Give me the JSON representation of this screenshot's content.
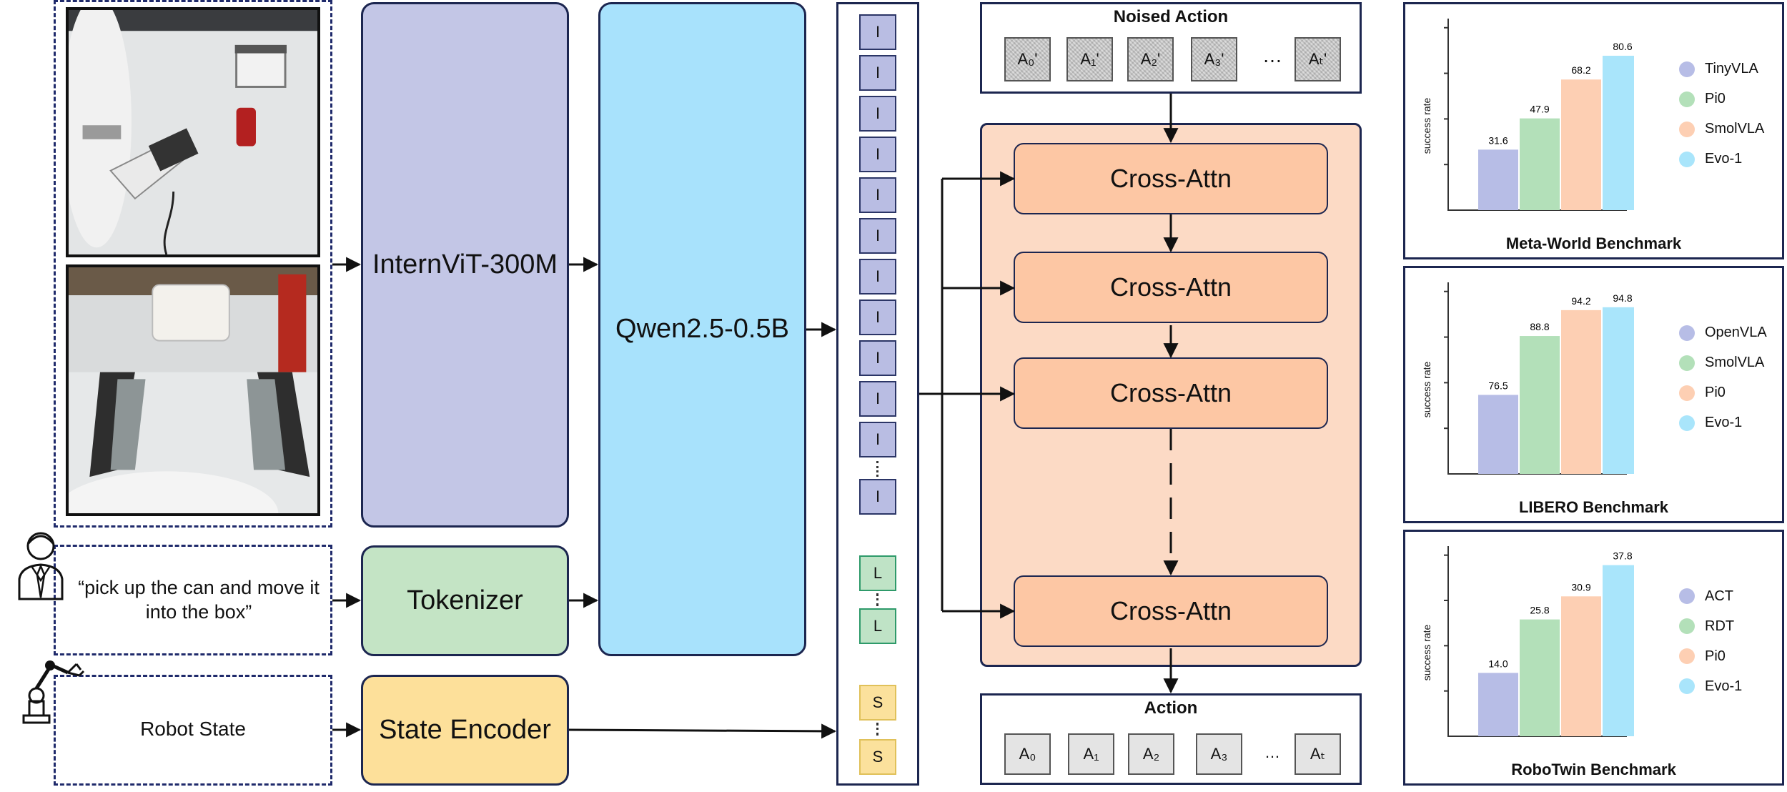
{
  "inputs": {
    "instruction": "“pick up the can and move it into the box”",
    "robot_state": "Robot State"
  },
  "blocks": {
    "vit": "InternViT-300M",
    "llm": "Qwen2.5-0.5B",
    "tokenizer": "Tokenizer",
    "state_encoder": "State Encoder"
  },
  "tokens": {
    "image": "I",
    "language": "L",
    "state": "S"
  },
  "noised_action": {
    "title": "Noised Action",
    "items": [
      "A₀'",
      "A₁'",
      "A₂'",
      "A₃'",
      "…",
      "Aₜ'"
    ]
  },
  "cross_attn_label": "Cross-Attn",
  "action": {
    "title": "Action",
    "items": [
      "A₀",
      "A₁",
      "A₂",
      "A₃",
      "…",
      "Aₜ"
    ]
  },
  "colors": {
    "vit": "#c3c6e6",
    "llm": "#a8e2fc",
    "tokenizer": "#c4e4c5",
    "state_encoder": "#fde09a",
    "decoder_bg": "#fcdac5",
    "cross_attn": "#fdc7a4",
    "bar_1": "#b7bde6",
    "bar_2": "#b3e0b9",
    "bar_3": "#fdcfb3",
    "bar_4": "#a9e5fb"
  },
  "chart_data": [
    {
      "type": "bar",
      "title": "Meta-World Benchmark",
      "ylabel": "success rate",
      "categories": [
        "TinyVLA",
        "Pi0",
        "SmolVLA",
        "Evo-1"
      ],
      "values": [
        31.6,
        47.9,
        68.2,
        80.6
      ],
      "ylim": [
        0,
        100
      ],
      "legend": "right"
    },
    {
      "type": "bar",
      "title": "LIBERO Benchmark",
      "ylabel": "success rate",
      "categories": [
        "OpenVLA",
        "SmolVLA",
        "Pi0",
        "Evo-1"
      ],
      "values": [
        76.5,
        88.8,
        94.2,
        94.8
      ],
      "ylim": [
        60,
        100
      ],
      "legend": "right"
    },
    {
      "type": "bar",
      "title": "RoboTwin Benchmark",
      "ylabel": "success rate",
      "categories": [
        "ACT",
        "RDT",
        "Pi0",
        "Evo-1"
      ],
      "values": [
        14.0,
        25.8,
        30.9,
        37.8
      ],
      "ylim": [
        0,
        42
      ],
      "legend": "right"
    }
  ]
}
